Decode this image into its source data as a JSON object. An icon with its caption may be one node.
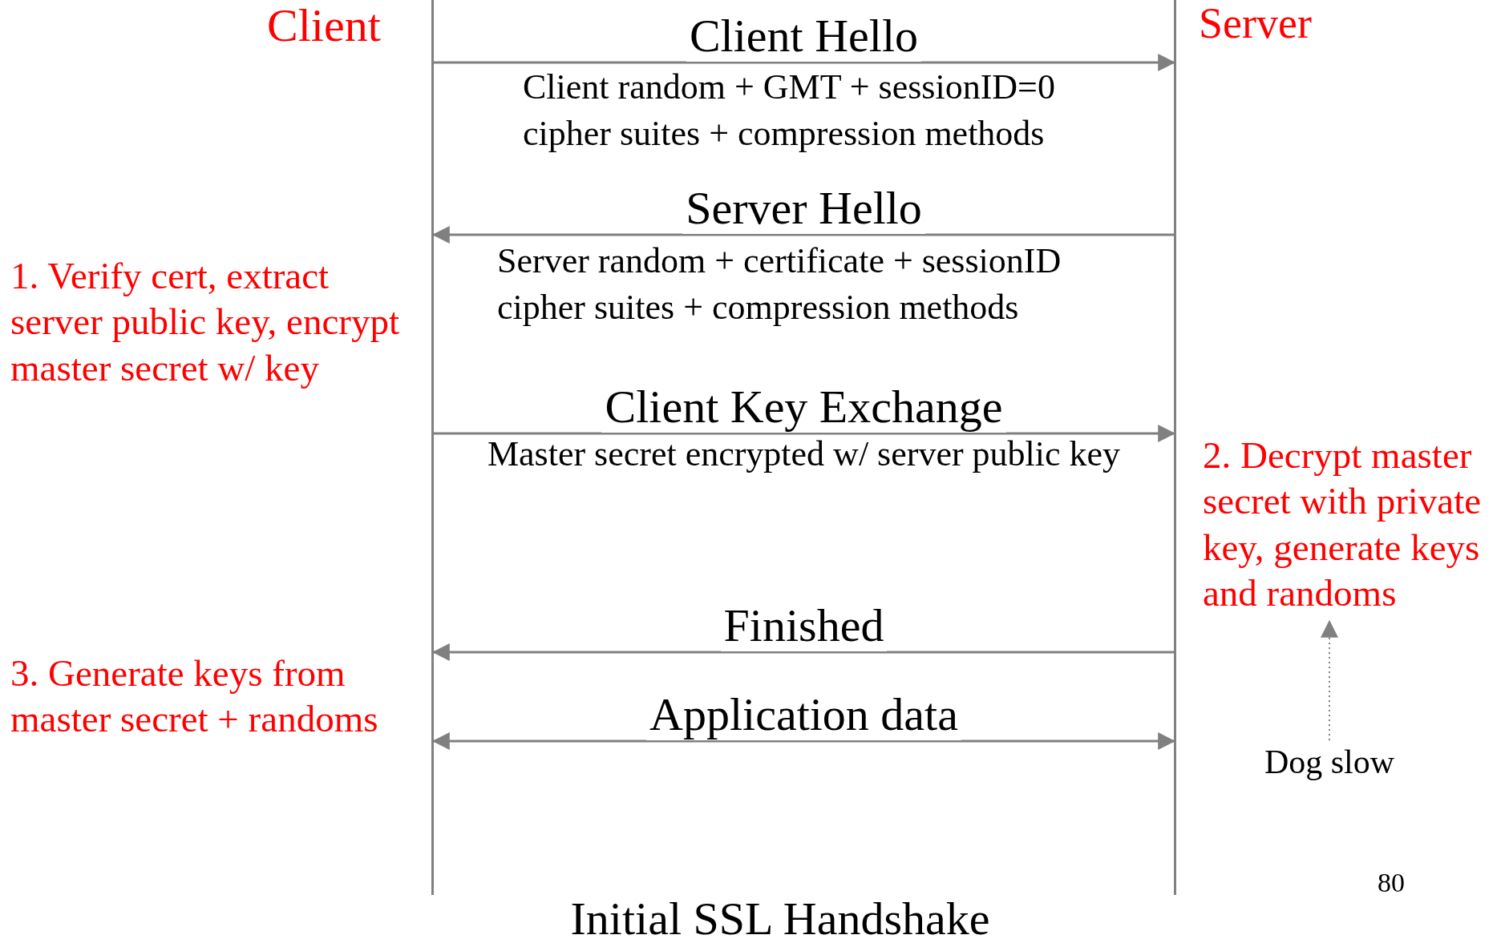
{
  "diagram": {
    "caption": "Initial SSL Handshake",
    "nodes": [
      {
        "text": [
          "Client"
        ]
      },
      {
        "text": [
          "Server"
        ]
      },
      {
        "text": [
          "2. Decrypt master secret with private key, generate keys and randoms"
        ]
      },
      {
        "text": [
          "Dog slow"
        ]
      }
    ],
    "edges": [
      {
        "from": 0,
        "to": 1,
        "arrow": "to",
        "label": "Client Hello"
      },
      {
        "from": 1,
        "to": 0,
        "arrow": "to",
        "label": "Server Hello"
      },
      {
        "from": 0,
        "to": 1,
        "arrow": "to",
        "label": "Client Key Exchange"
      },
      {
        "from": 1,
        "to": 0,
        "arrow": "to",
        "label": "Finished"
      },
      {
        "from": 0,
        "to": 1,
        "arrow": "both",
        "label": "Application data"
      },
      {
        "from": 3,
        "to": 2,
        "arrow": "to",
        "style": "dashed"
      }
    ],
    "labels": [
      "Client random + GMT + sessionID=0 cipher suites + compression methods",
      "Server random + certificate + sessionID cipher suites + compression methods",
      "1. Verify cert, extract server public key, encrypt master secret w/ key",
      "Master secret encrypted w/ server public key",
      "3. Generate keys from master secret + randoms",
      "80"
    ]
  }
}
